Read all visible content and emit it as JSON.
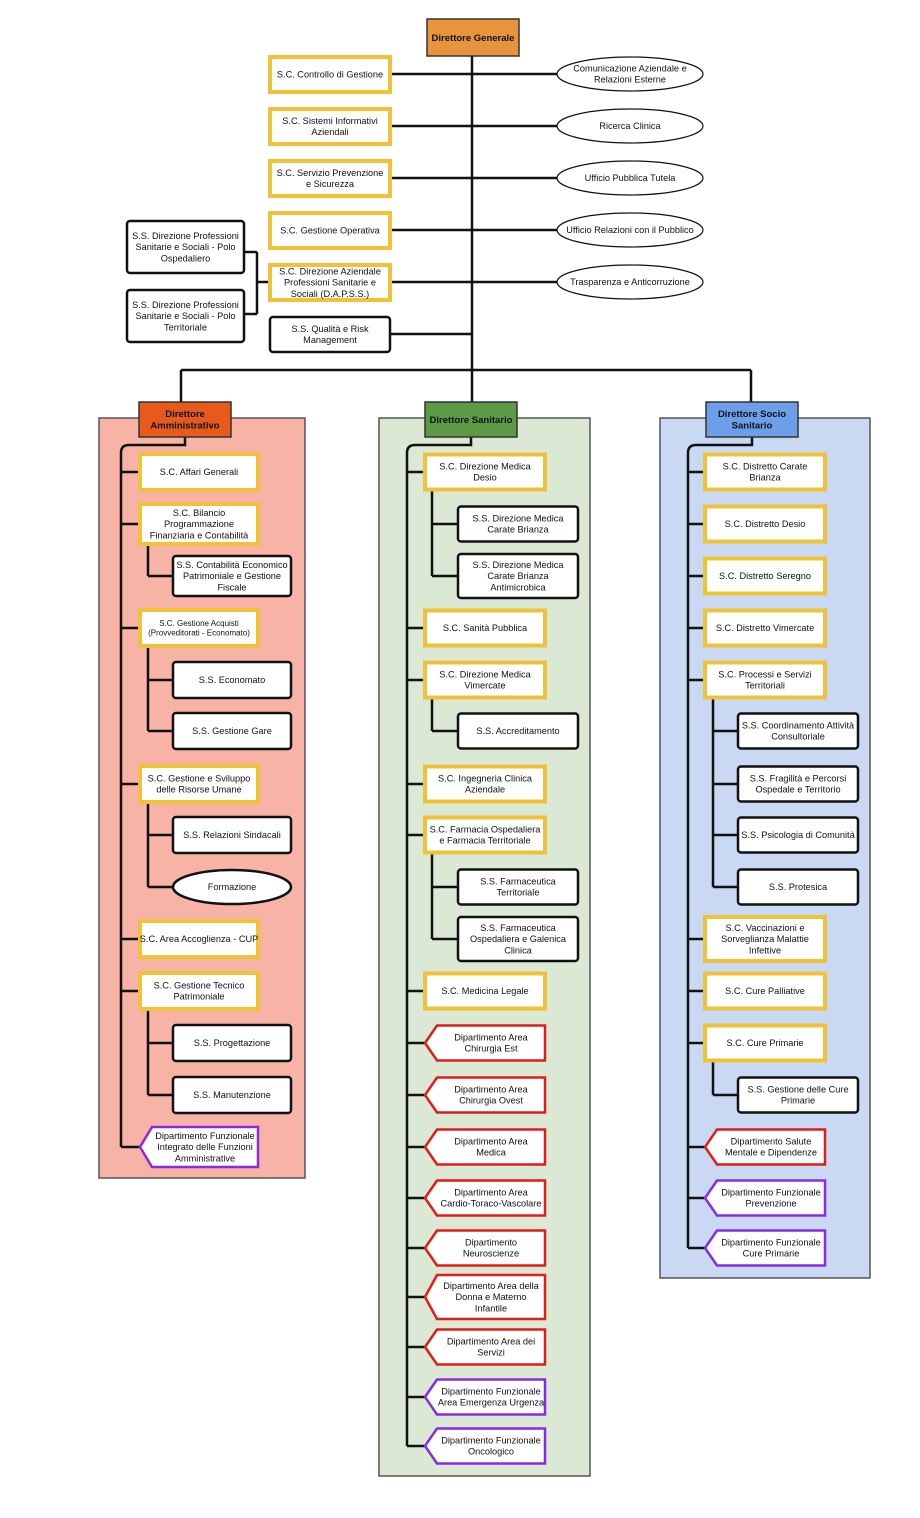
{
  "colors": {
    "director": "#e8943c",
    "director_admin": "#e85a1c",
    "director_sanitario": "#5d9a45",
    "director_socio": "#6d9eea",
    "panel_admin": "#f6b3a6",
    "panel_sanitario": "#dbe8d3",
    "panel_socio": "#c9d9f3",
    "sc_border": "#f0c23a",
    "ss_border": "#111111",
    "dept_border": "#e21b1b",
    "funz_border": "#8a2be2"
  },
  "top": {
    "director_generale": "Direttore Generale",
    "left_units": [
      "S.C. Controllo di Gestione",
      "S.C. Sistemi Informativi\nAziendali",
      "S.C. Servizio Prevenzione\ne Sicurezza",
      "S.C. Gestione Operativa",
      "S.C. Direzione Aziendale\nProfessioni Sanitarie e\nSociali (D.A.P.S.S.)",
      "S.S. Qualità e Risk\nManagement"
    ],
    "dapss_sub": [
      "S.S. Direzione Professioni\nSanitarie e Sociali - Polo\nOspedaliero",
      "S.S. Direzione Professioni\nSanitarie e Sociali - Polo\nTerritoriale"
    ],
    "right_units": [
      "Comunicazione Aziendale e\nRelazioni Esterne",
      "Ricerca Clinica",
      "Ufficio Pubblica Tutela",
      "Ufficio Relazioni con il Pubblico",
      "Trasparenza e Anticorruzione"
    ]
  },
  "admin": {
    "title": "Direttore\nAmministrativo",
    "items": [
      {
        "type": "sc",
        "label": "S.C. Affari Generali"
      },
      {
        "type": "sc",
        "label": "S.C. Bilancio\nProgrammazione\nFinanziaria e Contabilità"
      },
      {
        "type": "ss",
        "label": "S.S. Contabilità Economico\nPatrimoniale e Gestione\nFiscale"
      },
      {
        "type": "sc",
        "label": "S.C. Gestione Acquisti\n(Provveditorati - Economato)"
      },
      {
        "type": "ss",
        "label": "S.S. Economato"
      },
      {
        "type": "ss",
        "label": "S.S. Gestione Gare"
      },
      {
        "type": "sc",
        "label": "S.C. Gestione e Sviluppo\ndelle Risorse Umane"
      },
      {
        "type": "ss",
        "label": "S.S. Relazioni Sindacali"
      },
      {
        "type": "ell",
        "label": "Formazione"
      },
      {
        "type": "sc",
        "label": "S.C. Area Accoglienza - CUP"
      },
      {
        "type": "sc",
        "label": "S.C. Gestione Tecnico\nPatrimoniale"
      },
      {
        "type": "ss",
        "label": "S.S. Progettazione"
      },
      {
        "type": "ss",
        "label": "S.S. Manutenzione"
      },
      {
        "type": "funz",
        "label": "Dipartimento Funzionale\nIntegrato delle Funzioni\nAmministrative"
      }
    ]
  },
  "sanitario": {
    "title": "Direttore Sanitario",
    "items": [
      {
        "type": "sc",
        "label": "S.C. Direzione Medica\nDesio"
      },
      {
        "type": "ss",
        "label": "S.S. Direzione Medica\nCarate Brianza"
      },
      {
        "type": "ss",
        "label": "S.S. Direzione Medica\nCarate Brianza\nAntimicrobica"
      },
      {
        "type": "sc",
        "label": "S.C. Sanità Pubblica"
      },
      {
        "type": "sc",
        "label": "S.C. Direzione Medica\nVimercate"
      },
      {
        "type": "ss",
        "label": "S.S. Accreditamento"
      },
      {
        "type": "sc",
        "label": "S.C. Ingegneria Clinica\nAziendale"
      },
      {
        "type": "sc",
        "label": "S.C. Farmacia Ospedaliera\ne Farmacia Territoriale"
      },
      {
        "type": "ss",
        "label": "S.S. Farmaceutica\nTerritoriale"
      },
      {
        "type": "ss",
        "label": "S.S. Farmaceutica\nOspedaliera e Galenica\nClinica"
      },
      {
        "type": "sc",
        "label": "S.C. Medicina Legale"
      },
      {
        "type": "dept",
        "label": "Dipartimento Area\nChirurgia Est"
      },
      {
        "type": "dept",
        "label": "Dipartimento Area\nChirurgia Ovest"
      },
      {
        "type": "dept",
        "label": "Dipartimento Area\nMedica"
      },
      {
        "type": "dept",
        "label": "Dipartimento Area\nCardio-Toraco-Vascolare"
      },
      {
        "type": "dept",
        "label": "Dipartimento\nNeuroscienze"
      },
      {
        "type": "dept",
        "label": "Dipartimento Area della\nDonna e Materno\nInfantile"
      },
      {
        "type": "dept",
        "label": "Dipartimento Area dei\nServizi"
      },
      {
        "type": "funz",
        "label": "Dipartimento Funzionale\nArea Emergenza Urgenza"
      },
      {
        "type": "funz",
        "label": "Dipartimento Funzionale\nOncologico"
      }
    ]
  },
  "socio": {
    "title": "Direttore Socio\nSanitario",
    "items": [
      {
        "type": "sc",
        "label": "S.C. Distretto Carate\nBrianza"
      },
      {
        "type": "sc",
        "label": "S.C. Distretto Desio"
      },
      {
        "type": "sc",
        "label": "S.C. Distretto Seregno"
      },
      {
        "type": "sc",
        "label": "S.C. Distretto Vimercate"
      },
      {
        "type": "sc",
        "label": "S.C. Processi e Servizi\nTerritoriali"
      },
      {
        "type": "ss",
        "label": "S.S. Coordinamento Attività\nConsultoriale"
      },
      {
        "type": "ss",
        "label": "S.S. Fragilità e Percorsi\nOspedale e Territorio"
      },
      {
        "type": "ss",
        "label": "S.S. Psicologia di Comunità"
      },
      {
        "type": "ss",
        "label": "S.S. Protesica"
      },
      {
        "type": "sc",
        "label": "S.C. Vaccinazioni e\nSorveglianza Malattie\nInfettive"
      },
      {
        "type": "sc",
        "label": "S.C. Cure Palliative"
      },
      {
        "type": "sc",
        "label": "S.C. Cure Primarie"
      },
      {
        "type": "ss",
        "label": "S.S. Gestione delle Cure\nPrimarie"
      },
      {
        "type": "dept",
        "label": "Dipartimento Salute\nMentale e Dipendenze"
      },
      {
        "type": "funz",
        "label": "Dipartimento Funzionale\nPrevenzione"
      },
      {
        "type": "funz",
        "label": "Dipartimento Funzionale\nCure Primarie"
      }
    ]
  }
}
